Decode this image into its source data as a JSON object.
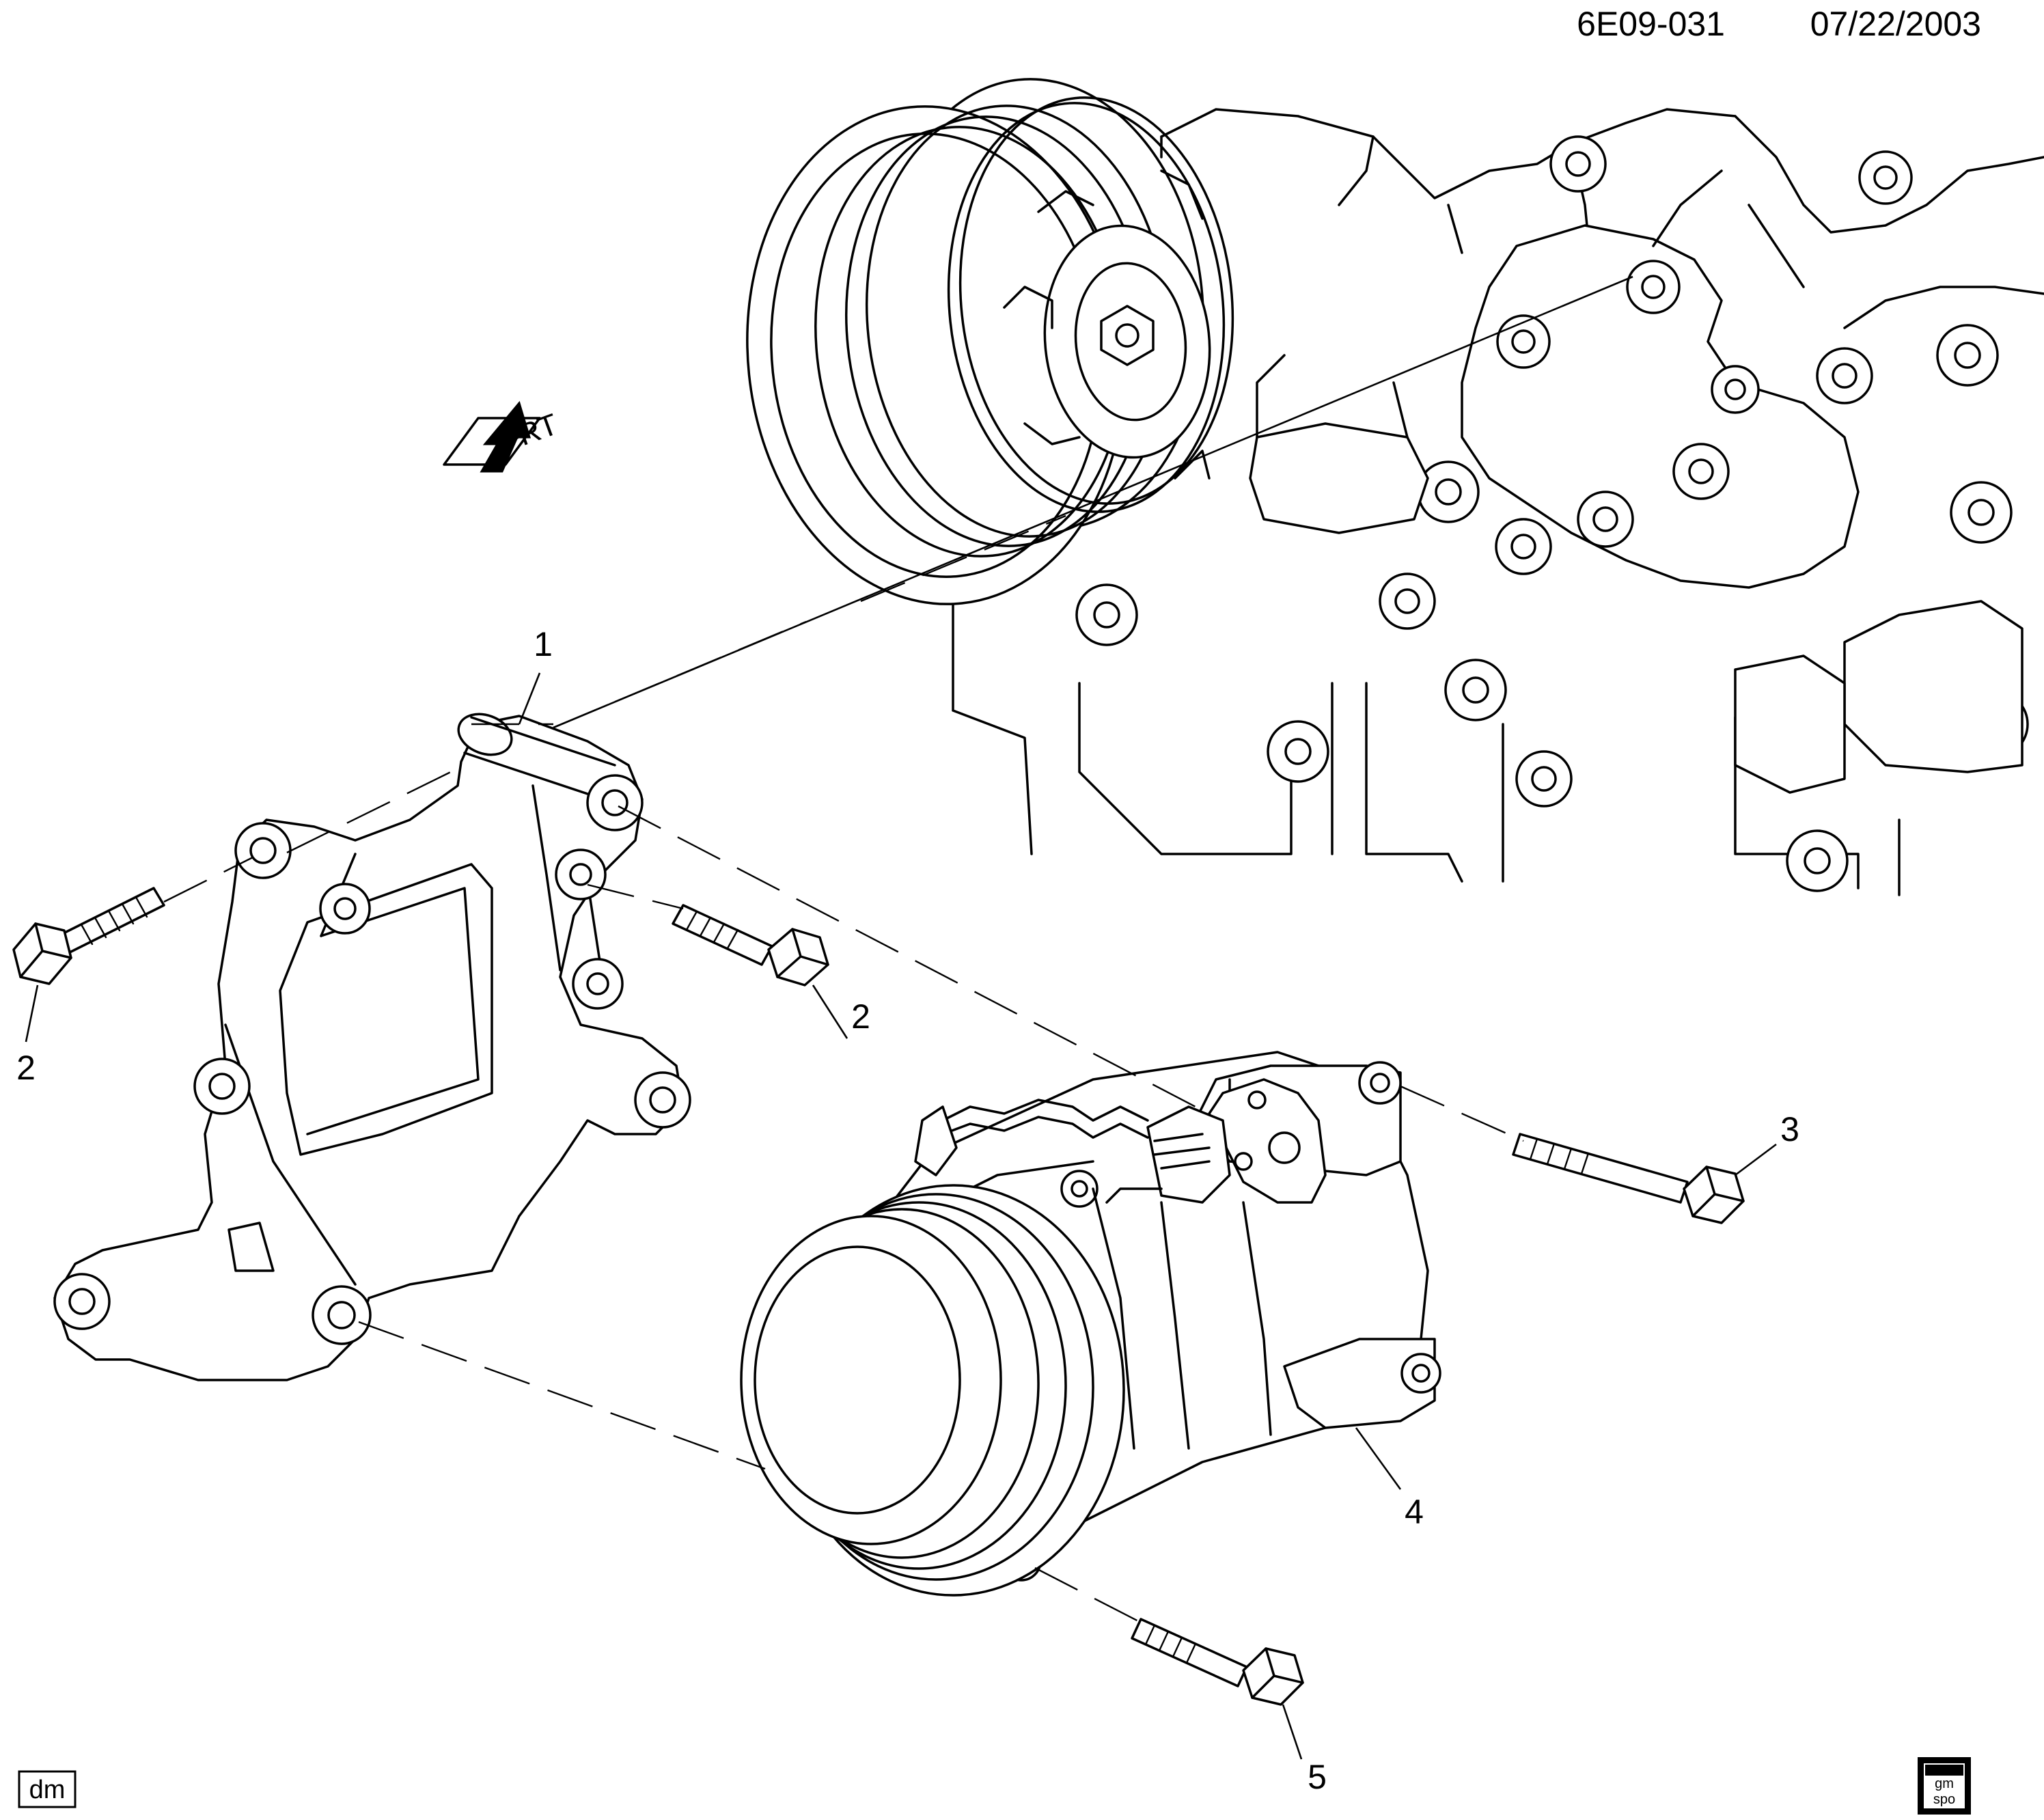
{
  "document_id": "6E09-031",
  "document_date": "07/22/2003",
  "direction_marker": {
    "label": "FRT",
    "icon": "front-arrow-icon"
  },
  "callouts": [
    "1",
    "2",
    "2",
    "3",
    "4",
    "5"
  ],
  "artist_initials": "dm",
  "logo": {
    "name": "gm-spo-logo",
    "text": "gm spo"
  }
}
